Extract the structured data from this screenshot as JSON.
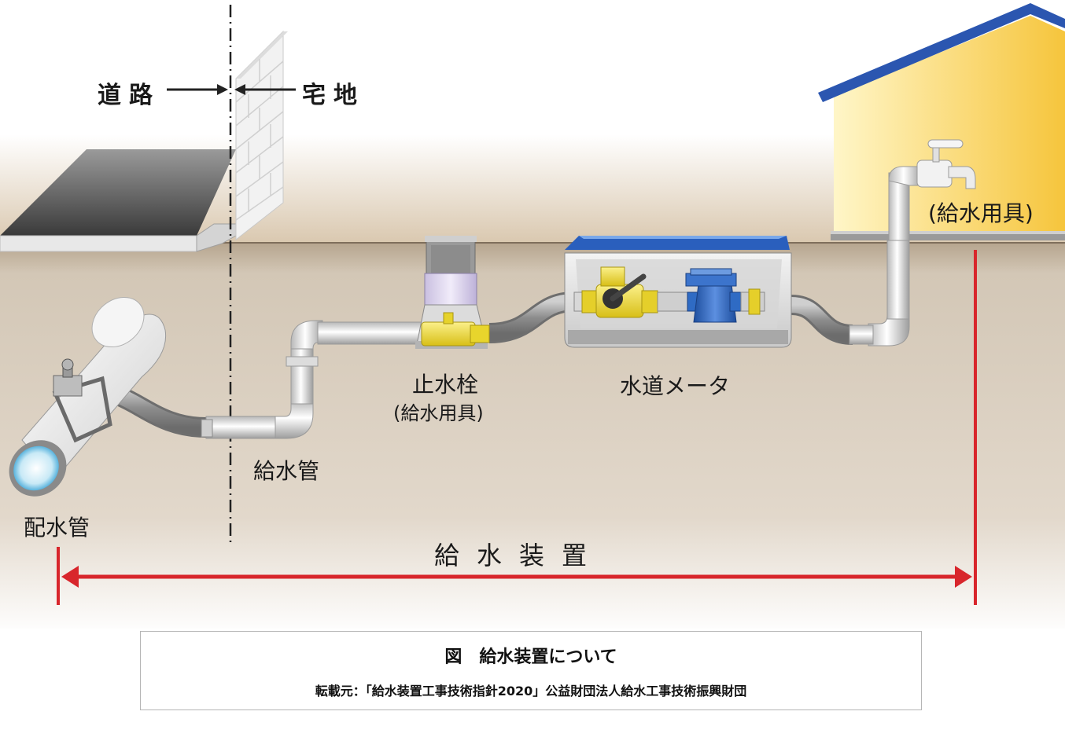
{
  "labels": {
    "road": "道路",
    "yard": "宅地",
    "stopcock": "止水栓",
    "stopcock_sub": "(給水用具)",
    "water_meter": "水道メータ",
    "service_pipe": "給水管",
    "distribution_main": "配水管",
    "fixture": "(給水用具)",
    "supply_device": "給水装置"
  },
  "caption": {
    "title": "図　給水装置について",
    "source": "転載元：「給水装置工事技術指針2020」公益財団法人給水工事技術振興財団"
  },
  "colors": {
    "soil": "#d2c6b5",
    "soil_dark": "#b9ab97",
    "house_wall": "#f9cf55",
    "roof": "#2b56b0",
    "dimension_line": "#d8262c",
    "pipe": "#e9e9e9",
    "valve": "#f1dd32",
    "meter_body": "#2f6bc4"
  }
}
